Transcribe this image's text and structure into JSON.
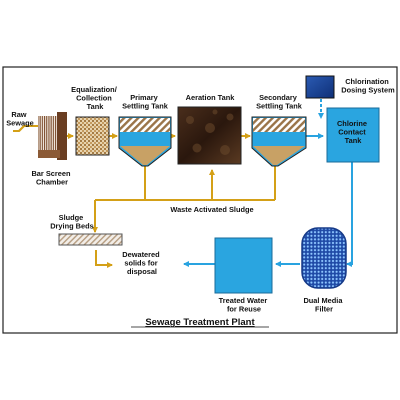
{
  "diagram": {
    "title": "Sewage Treatment Plant",
    "labels": {
      "raw_sewage": [
        "Raw",
        "Sewage"
      ],
      "bar_screen_chamber": [
        "Bar Screen",
        "Chamber"
      ],
      "equalization_tank": [
        "Equalization/",
        "Collection",
        "Tank"
      ],
      "primary_settling_tank": [
        "Primary",
        "Settling Tank"
      ],
      "aeration_tank": [
        "Aeration Tank"
      ],
      "secondary_settling_tank": [
        "Secondary",
        "Settling Tank"
      ],
      "chlorination_dosing_system": [
        "Chlorination",
        "Dosing System"
      ],
      "chlorine_contact_tank": [
        "Chlorine",
        "Contact",
        "Tank"
      ],
      "waste_activated_sludge": [
        "Waste Activated Sludge"
      ],
      "sludge_drying_beds": [
        "Sludge",
        "Drying Beds"
      ],
      "dewatered_solids": [
        "Dewatered",
        "solids for",
        "disposal"
      ],
      "treated_water": [
        "Treated Water",
        "for Reuse"
      ],
      "dual_media_filter": [
        "Dual Media",
        "Filter"
      ]
    },
    "colors": {
      "sludge_line": "#d4a017",
      "water_line": "#29a3e0",
      "tank_fill": "#2aa5e0",
      "sludge_fill": "#c8a165",
      "aeration_fill": "#3a2416",
      "border": "#222222"
    }
  }
}
